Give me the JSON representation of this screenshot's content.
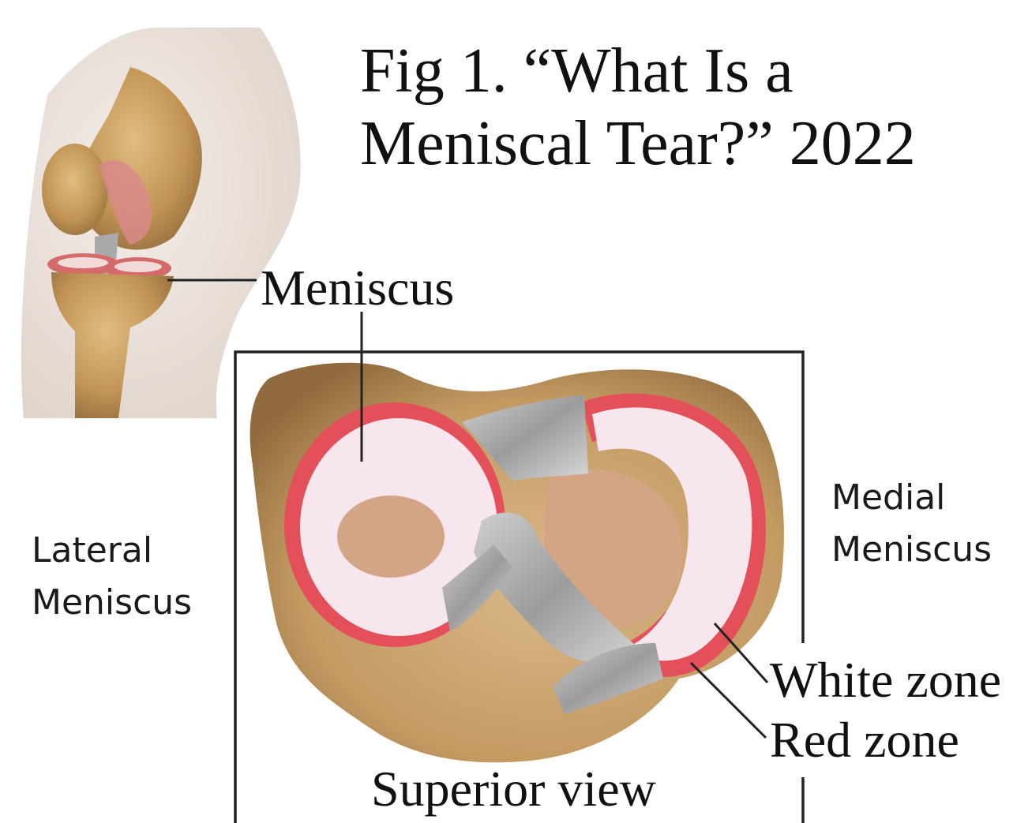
{
  "figure": {
    "title_line1": "Fig 1. “What Is a",
    "title_line2": "Meniscal Tear?” 2022"
  },
  "labels": {
    "meniscus": "Meniscus",
    "lateral_line1": "Lateral",
    "lateral_line2": "Meniscus",
    "medial_line1": "Medial",
    "medial_line2": "Meniscus",
    "white_zone": "White zone",
    "red_zone": "Red zone",
    "superior_view": "Superior view"
  },
  "colors": {
    "bone": "#c9a163",
    "bone_dark": "#9a7440",
    "meniscus_red": "#e4505a",
    "meniscus_white": "#f7e6ee",
    "cartilage": "#d4a585",
    "ligament": "#b7b7b7",
    "skin": "#e8ddd6"
  }
}
